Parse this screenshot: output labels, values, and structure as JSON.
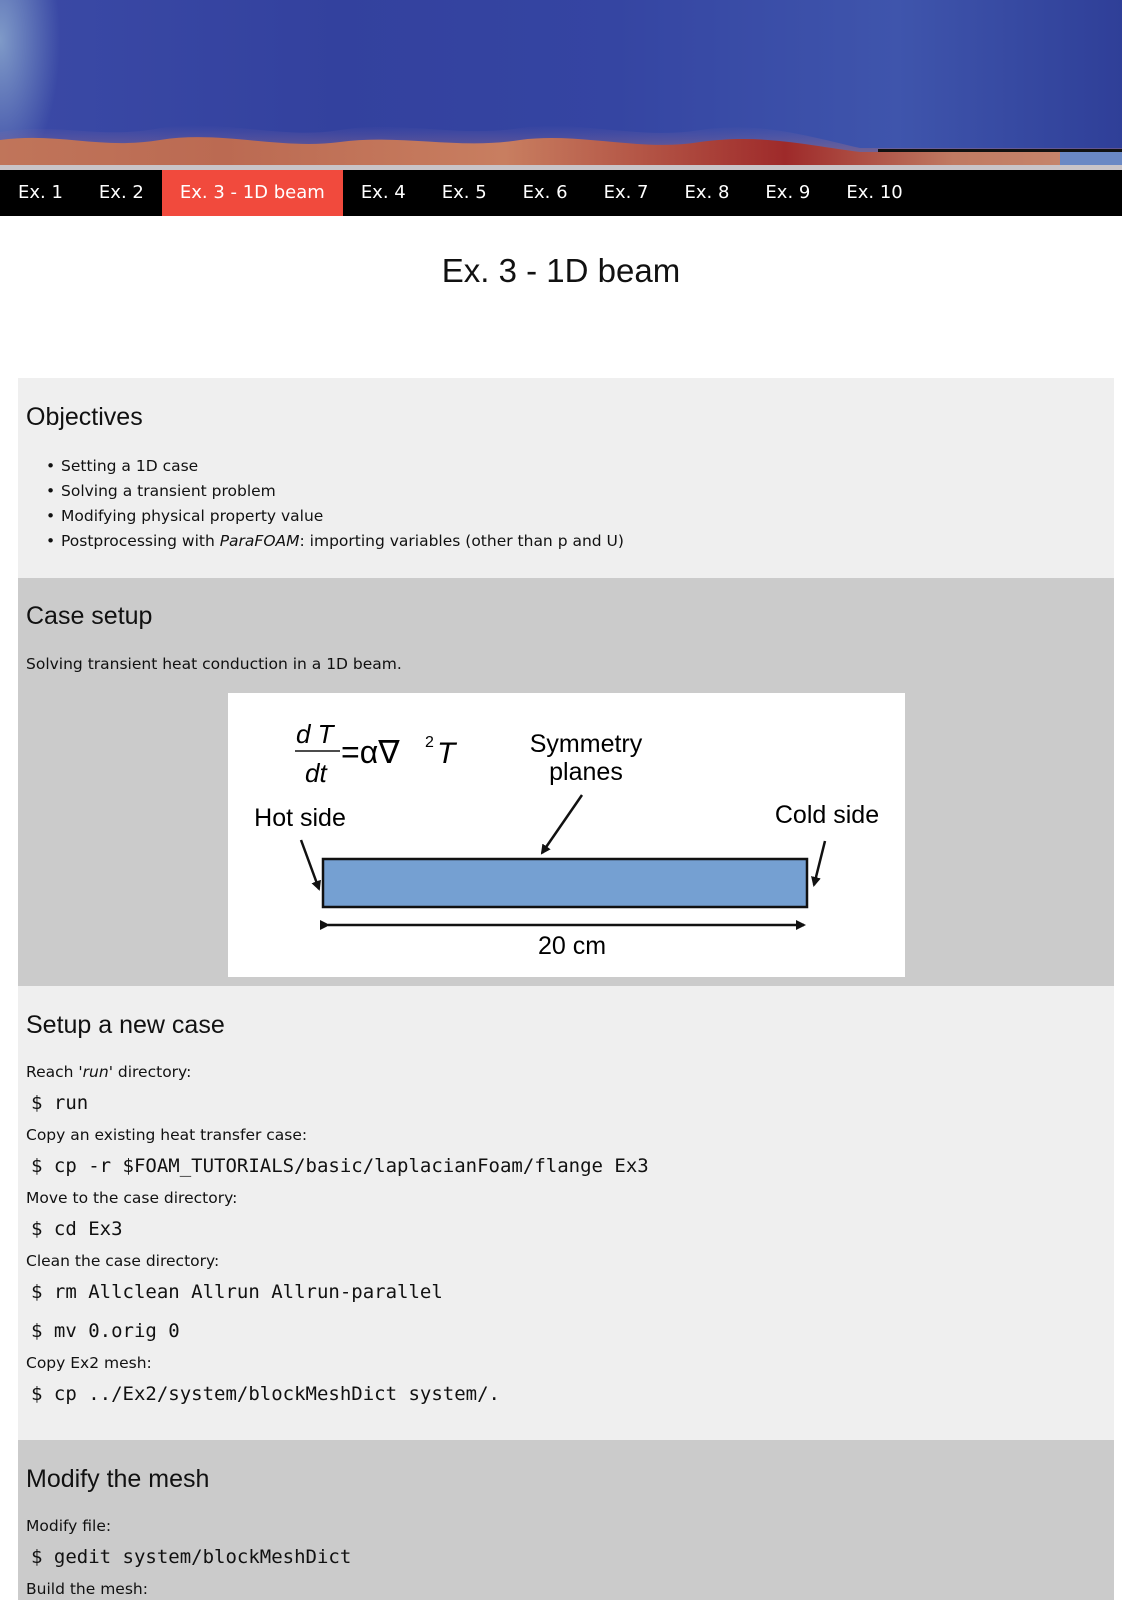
{
  "nav": {
    "tabs": [
      "Ex. 1",
      "Ex. 2",
      "Ex. 3 - 1D beam",
      "Ex. 4",
      "Ex. 5",
      "Ex. 6",
      "Ex. 7",
      "Ex. 8",
      "Ex. 9",
      "Ex. 10"
    ],
    "active": "Ex. 3 - 1D beam"
  },
  "page_title": "Ex. 3 - 1D beam",
  "objectives": {
    "heading": "Objectives",
    "items": [
      "Setting a 1D case",
      "Solving a transient problem",
      "Modifying physical property value"
    ],
    "item4_prefix": "Postprocessing with ",
    "item4_emphasis": "ParaFOAM",
    "item4_suffix": ": importing variables (other than p and U)"
  },
  "case_setup": {
    "heading": "Case setup",
    "description": "Solving transient heat conduction in a 1D beam.",
    "figure": {
      "hot_side": "Hot side",
      "cold_side": "Cold side",
      "symmetry_line1": "Symmetry",
      "symmetry_line2": "planes",
      "length": "20 cm",
      "eq_dT": "d T",
      "eq_dt": "dt",
      "eq_rhs": "=α∇",
      "eq_sq": "2",
      "eq_T": "T"
    }
  },
  "setup_case": {
    "heading": "Setup a new case",
    "step1_prefix": "Reach '",
    "step1_emphasis": "run",
    "step1_suffix": "' directory:",
    "cmd1": "$ run",
    "step2": "Copy an existing heat transfer case:",
    "cmd2": "$ cp -r $FOAM_TUTORIALS/basic/laplacianFoam/flange Ex3",
    "step3": "Move to the case directory:",
    "cmd3": "$ cd Ex3",
    "step4": "Clean the case directory:",
    "cmd4": "$ rm Allclean Allrun Allrun-parallel",
    "cmd5": "$ mv 0.orig 0",
    "step5": "Copy Ex2 mesh:",
    "cmd6": "$ cp ../Ex2/system/blockMeshDict system/."
  },
  "modify_mesh": {
    "heading": "Modify the mesh",
    "step1": "Modify file:",
    "cmd1": "$ gedit system/blockMeshDict",
    "step2": "Build the mesh:"
  },
  "colors": {
    "nav_bg": "#000000",
    "active_tab": "#f14a3d",
    "section_light": "#efefef",
    "section_dark": "#cbcbcb",
    "beam_fill": "#75a0d2",
    "banner_blue": "#3545a2",
    "banner_red": "#a4403d"
  }
}
